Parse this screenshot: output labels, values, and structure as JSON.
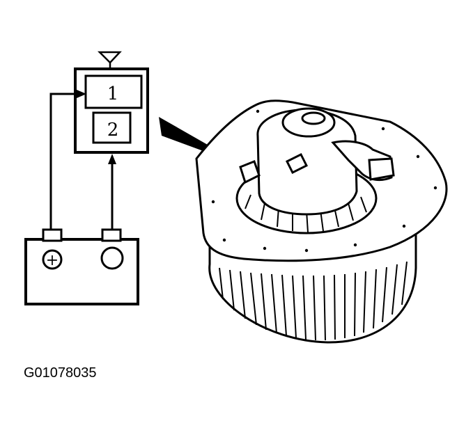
{
  "figure": {
    "id_label": "G01078035"
  },
  "connector": {
    "terminal_1": "1",
    "terminal_2": "2"
  },
  "battery": {
    "positive_symbol": "+"
  }
}
